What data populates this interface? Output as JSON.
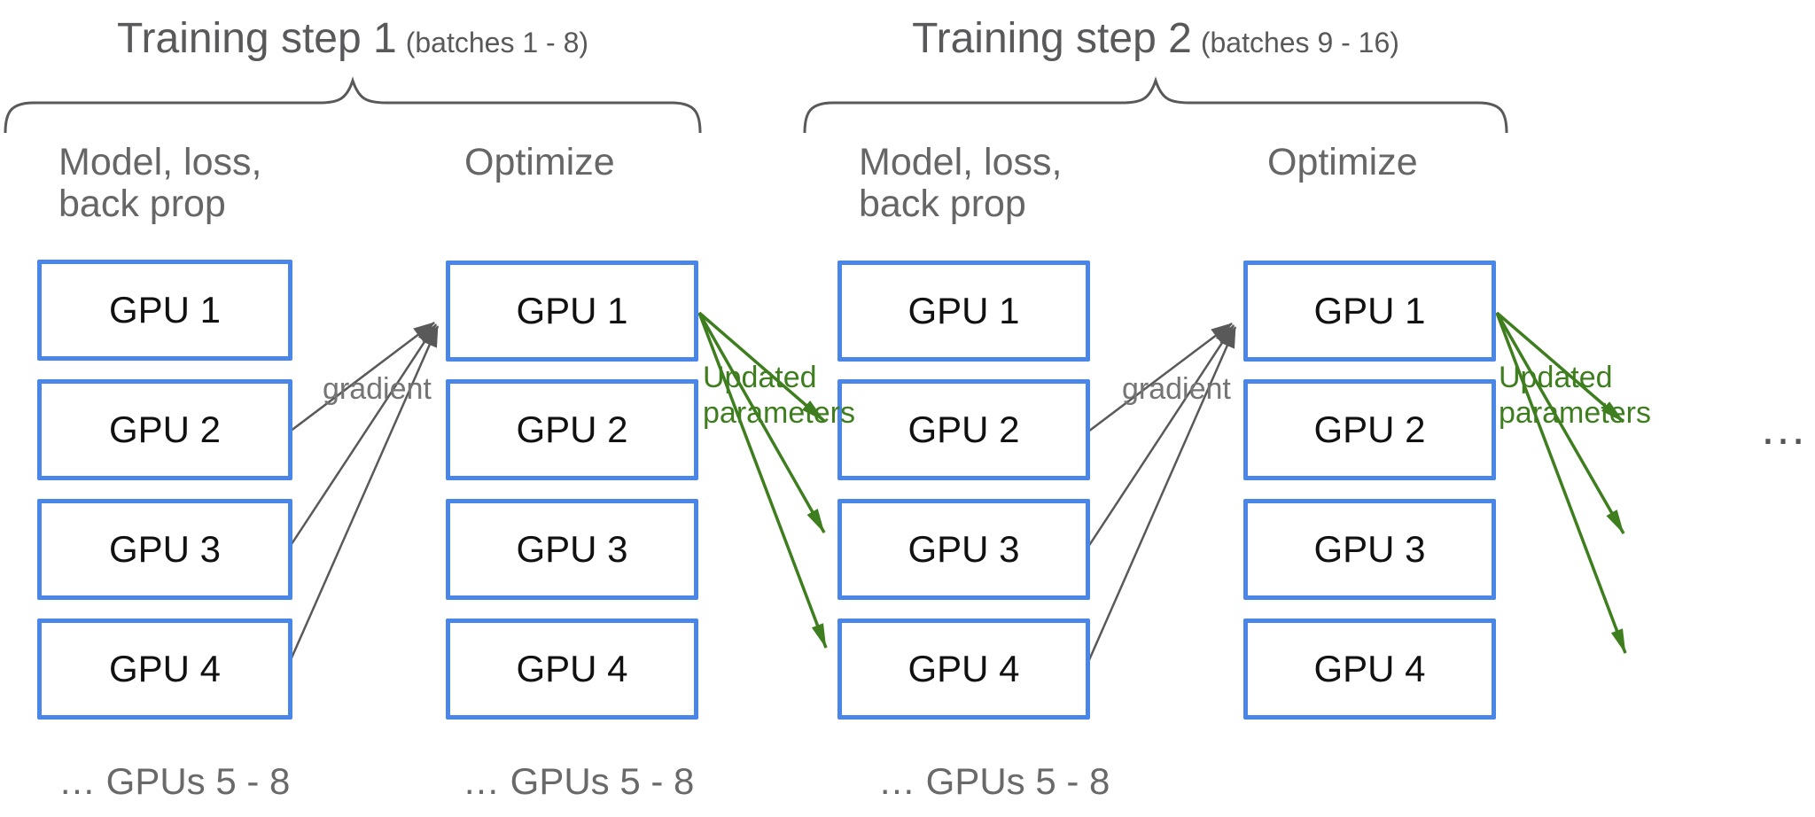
{
  "steps": [
    {
      "title": "Training step 1",
      "batches": "(batches 1 - 8)"
    },
    {
      "title": "Training step 2",
      "batches": "(batches 9 - 16)"
    }
  ],
  "column_labels": {
    "model_line1": "Model, loss,",
    "model_line2": "back prop",
    "optimize": "Optimize"
  },
  "gpu_labels": [
    "GPU 1",
    "GPU 2",
    "GPU 3",
    "GPU 4"
  ],
  "arrow_labels": {
    "gradient": "gradient",
    "updated_line1": "Updated",
    "updated_line2": "parameters"
  },
  "more_gpus": "… GPUs 5 - 8",
  "ellipsis": "…",
  "colors": {
    "box_border": "#4a86e8",
    "arrow_gray": "#595959",
    "arrow_green": "#3e7e1f",
    "text_gray": "#666666",
    "title_gray": "#59595b",
    "gpu_text": "#111111"
  }
}
